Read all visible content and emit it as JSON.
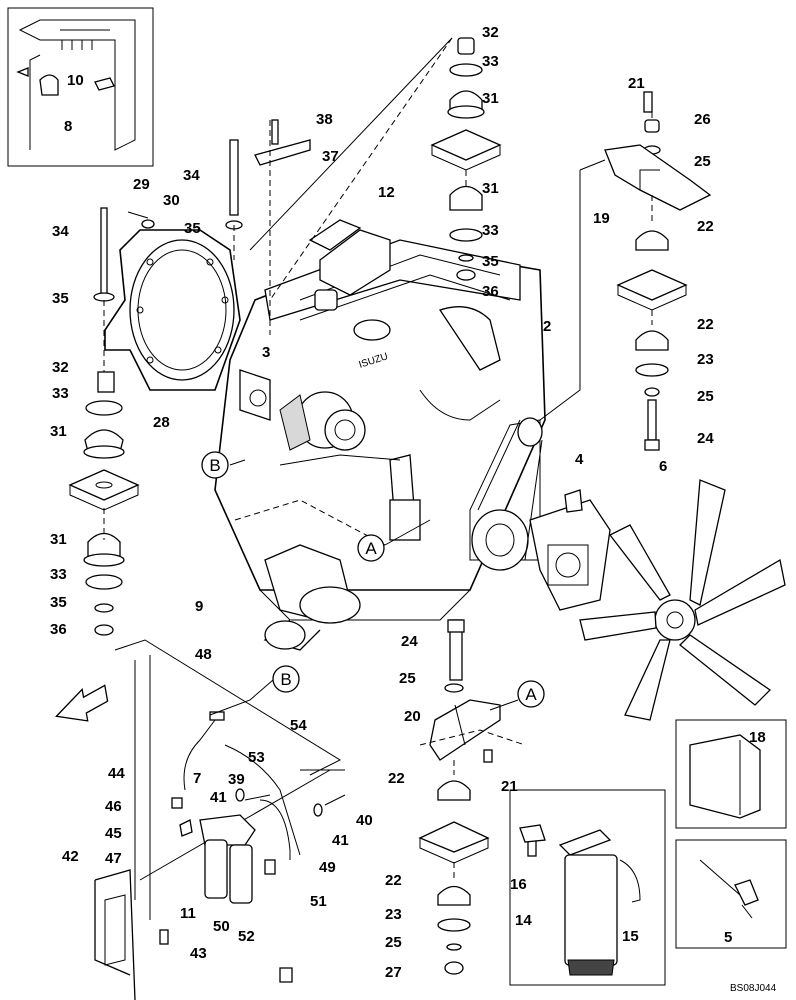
{
  "diagram": {
    "code": "BS08J044",
    "callouts": [
      "A",
      "B"
    ],
    "part_numbers": [
      "2",
      "3",
      "4",
      "5",
      "6",
      "7",
      "8",
      "9",
      "10",
      "11",
      "12",
      "14",
      "15",
      "16",
      "18",
      "19",
      "20",
      "21",
      "22",
      "23",
      "24",
      "25",
      "26",
      "27",
      "28",
      "29",
      "30",
      "31",
      "32",
      "33",
      "34",
      "35",
      "36",
      "37",
      "38",
      "39",
      "40",
      "41",
      "42",
      "43",
      "44",
      "45",
      "46",
      "47",
      "48",
      "49",
      "50",
      "51",
      "52",
      "53",
      "54"
    ]
  }
}
